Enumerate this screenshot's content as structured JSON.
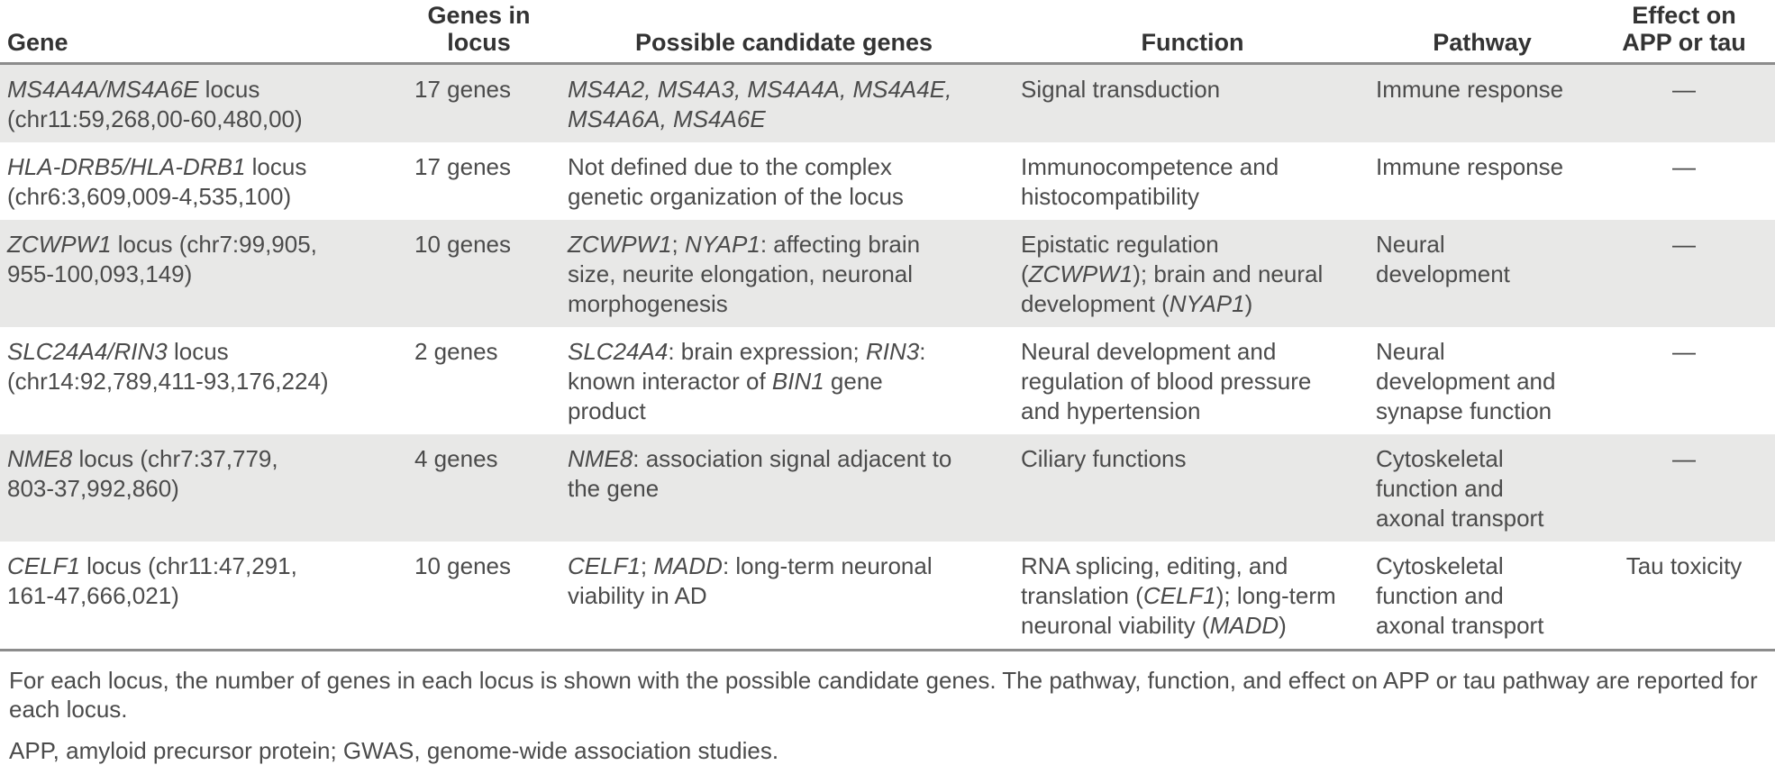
{
  "table": {
    "columns": [
      {
        "id": "gene",
        "label": "Gene"
      },
      {
        "id": "genes-in-locus",
        "label": "Genes in\nlocus"
      },
      {
        "id": "candidate-genes",
        "label": "Possible candidate genes"
      },
      {
        "id": "function",
        "label": "Function"
      },
      {
        "id": "pathway",
        "label": "Pathway"
      },
      {
        "id": "effect",
        "label": "Effect on\nAPP or tau"
      }
    ],
    "rows": [
      {
        "cells": [
          {
            "segments": [
              {
                "t": "MS4A4A/MS4A6E",
                "i": true
              },
              {
                "t": " locus\n(chr11:59,268,00-60,480,00)"
              }
            ]
          },
          {
            "segments": [
              {
                "t": "17 genes"
              }
            ]
          },
          {
            "segments": [
              {
                "t": "MS4A2, MS4A3, MS4A4A, MS4A4E,\nMS4A6A, MS4A6E",
                "i": true
              }
            ]
          },
          {
            "segments": [
              {
                "t": "Signal transduction"
              }
            ]
          },
          {
            "segments": [
              {
                "t": "Immune response"
              }
            ]
          },
          {
            "segments": [
              {
                "t": "—"
              }
            ]
          }
        ]
      },
      {
        "cells": [
          {
            "segments": [
              {
                "t": "HLA-DRB5/HLA-DRB1",
                "i": true
              },
              {
                "t": " locus\n(chr6:3,609,009-4,535,100)"
              }
            ]
          },
          {
            "segments": [
              {
                "t": "17 genes"
              }
            ]
          },
          {
            "segments": [
              {
                "t": "Not defined due to the complex\ngenetic organization of the locus"
              }
            ]
          },
          {
            "segments": [
              {
                "t": "Immunocompetence and\nhistocompatibility"
              }
            ]
          },
          {
            "segments": [
              {
                "t": "Immune response"
              }
            ]
          },
          {
            "segments": [
              {
                "t": "—"
              }
            ]
          }
        ]
      },
      {
        "cells": [
          {
            "segments": [
              {
                "t": "ZCWPW1",
                "i": true
              },
              {
                "t": " locus (chr7:99,905,\n955-100,093,149)"
              }
            ]
          },
          {
            "segments": [
              {
                "t": "10 genes"
              }
            ]
          },
          {
            "segments": [
              {
                "t": "ZCWPW1",
                "i": true
              },
              {
                "t": "; "
              },
              {
                "t": "NYAP1",
                "i": true
              },
              {
                "t": ": affecting brain\nsize, neurite elongation, neuronal\nmorphogenesis"
              }
            ]
          },
          {
            "segments": [
              {
                "t": "Epistatic regulation\n("
              },
              {
                "t": "ZCWPW1",
                "i": true
              },
              {
                "t": "); brain and neural\ndevelopment ("
              },
              {
                "t": "NYAP1",
                "i": true
              },
              {
                "t": ")"
              }
            ]
          },
          {
            "segments": [
              {
                "t": "Neural\ndevelopment"
              }
            ]
          },
          {
            "segments": [
              {
                "t": "—"
              }
            ]
          }
        ]
      },
      {
        "cells": [
          {
            "segments": [
              {
                "t": "SLC24A4/RIN3",
                "i": true
              },
              {
                "t": " locus\n(chr14:92,789,411-93,176,224)"
              }
            ]
          },
          {
            "segments": [
              {
                "t": "2 genes"
              }
            ]
          },
          {
            "segments": [
              {
                "t": "SLC24A4",
                "i": true
              },
              {
                "t": ": brain expression; "
              },
              {
                "t": "RIN3",
                "i": true
              },
              {
                "t": ":\nknown interactor of "
              },
              {
                "t": "BIN1",
                "i": true
              },
              {
                "t": " gene\nproduct"
              }
            ]
          },
          {
            "segments": [
              {
                "t": "Neural development and\nregulation of blood pressure\nand hypertension"
              }
            ]
          },
          {
            "segments": [
              {
                "t": "Neural\ndevelopment and\nsynapse function"
              }
            ]
          },
          {
            "segments": [
              {
                "t": "—"
              }
            ]
          }
        ]
      },
      {
        "cells": [
          {
            "segments": [
              {
                "t": "NME8",
                "i": true
              },
              {
                "t": " locus (chr7:37,779,\n803-37,992,860)"
              }
            ]
          },
          {
            "segments": [
              {
                "t": "4 genes"
              }
            ]
          },
          {
            "segments": [
              {
                "t": "NME8",
                "i": true
              },
              {
                "t": ": association signal adjacent to\nthe gene"
              }
            ]
          },
          {
            "segments": [
              {
                "t": "Ciliary functions"
              }
            ]
          },
          {
            "segments": [
              {
                "t": "Cytoskeletal\nfunction and\naxonal transport"
              }
            ]
          },
          {
            "segments": [
              {
                "t": "—"
              }
            ]
          }
        ]
      },
      {
        "cells": [
          {
            "segments": [
              {
                "t": "CELF1",
                "i": true
              },
              {
                "t": " locus (chr11:47,291,\n161-47,666,021)"
              }
            ]
          },
          {
            "segments": [
              {
                "t": "10 genes"
              }
            ]
          },
          {
            "segments": [
              {
                "t": "CELF1",
                "i": true
              },
              {
                "t": "; "
              },
              {
                "t": "MADD",
                "i": true
              },
              {
                "t": ": long-term neuronal\nviability in AD"
              }
            ]
          },
          {
            "segments": [
              {
                "t": "RNA splicing, editing, and\ntranslation ("
              },
              {
                "t": "CELF1",
                "i": true
              },
              {
                "t": "); long-term\nneuronal viability ("
              },
              {
                "t": "MADD",
                "i": true
              },
              {
                "t": ")"
              }
            ]
          },
          {
            "segments": [
              {
                "t": "Cytoskeletal\nfunction and\naxonal transport"
              }
            ]
          },
          {
            "segments": [
              {
                "t": "Tau toxicity"
              }
            ]
          }
        ]
      }
    ]
  },
  "footnotes": [
    "For each locus, the number of genes in each locus is shown with the possible candidate genes. The pathway, function, and effect on APP or tau pathway are reported for\neach locus.",
    "APP, amyloid precursor protein; GWAS, genome-wide association studies."
  ],
  "colors": {
    "stripe": "#e8e8e7",
    "rule": "#8c8c8c",
    "text": "#4b4b4b",
    "header_text": "#333333"
  }
}
